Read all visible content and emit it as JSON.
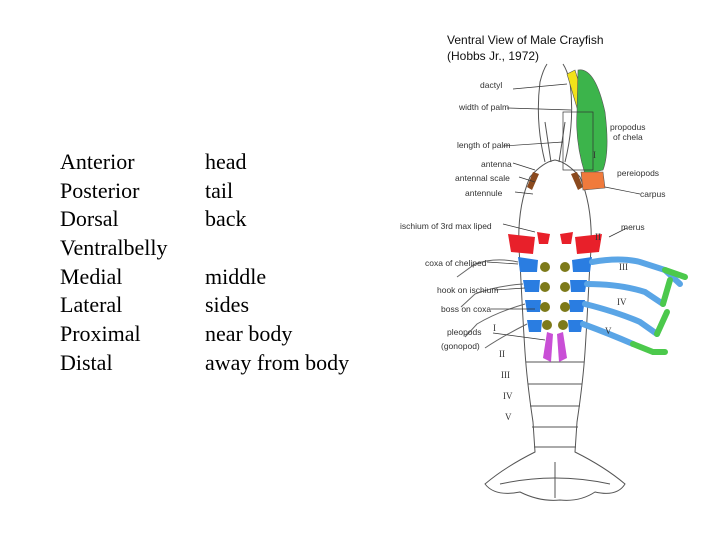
{
  "terms": [
    {
      "term": "Anterior",
      "meaning": "head"
    },
    {
      "term": "Posterior",
      "meaning": "tail"
    },
    {
      "term": "Dorsal",
      "meaning": "back"
    },
    {
      "term": "Ventralbelly",
      "meaning": ""
    },
    {
      "term": "Medial",
      "meaning": "middle"
    },
    {
      "term": "Lateral",
      "meaning": "sides"
    },
    {
      "term": "Proximal",
      "meaning": "near body"
    },
    {
      "term": "Distal",
      "meaning": "away from body"
    }
  ],
  "figure": {
    "title_line1": "Ventral View of Male Crayfish",
    "title_line2": "(Hobbs Jr., 1972)",
    "labels": {
      "dactyl": "dactyl",
      "width_of_palm": "width of palm",
      "propodus": "propodus",
      "of_chela": "of chela",
      "length_of_palm": "length of palm",
      "antenna": "antenna",
      "antennal_scale": "antennal scale",
      "antennule": "antennule",
      "carpus": "carpus",
      "ischium": "ischium of 3rd max liped",
      "merus": "merus",
      "coxa_cheliped": "coxa of cheliped",
      "hook_on_ischium": "hook on ischium",
      "boss_on_coxa": "boss on coxa",
      "pleopods": "pleopods",
      "gonopod": "(gonopod)",
      "pereiopods": "pereiopods"
    },
    "roman": [
      "I",
      "II",
      "III",
      "IV",
      "V"
    ],
    "colors": {
      "dactyl": "#f2e21a",
      "propodus": "#3cb44b",
      "carpus": "#f07a3c",
      "merus": "#5aa5e6",
      "ischium": "#e8202a",
      "coxa": "#2a7de1",
      "boss": "#7d7a1a",
      "antenna": "#8b4a1e",
      "gonopod": "#c94fd6",
      "green_leg": "#4cc94c"
    }
  }
}
